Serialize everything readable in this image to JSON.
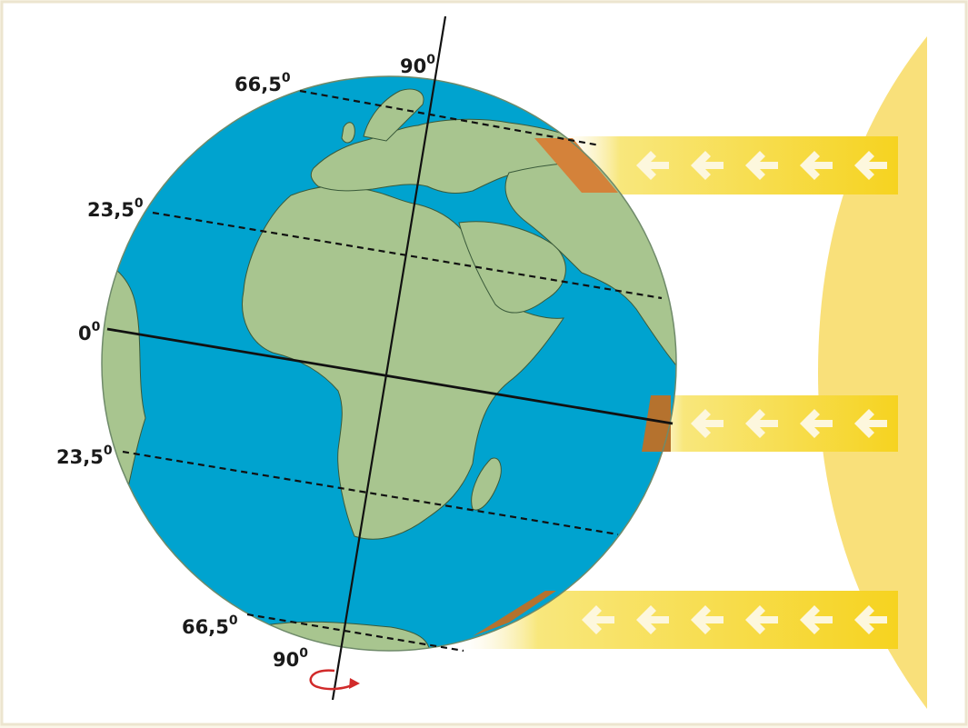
{
  "labels": {
    "north_pole": {
      "value": "90",
      "unit": "0"
    },
    "arctic_circle": {
      "value": "66,5",
      "unit": "0"
    },
    "tropic_cancer": {
      "value": "23,5",
      "unit": "0"
    },
    "equator": {
      "value": "0",
      "unit": "0"
    },
    "tropic_capricorn": {
      "value": "23,5",
      "unit": "0"
    },
    "antarctic_circle": {
      "value": "66,5",
      "unit": "0"
    },
    "south_pole": {
      "value": "90",
      "unit": "0"
    }
  },
  "colors": {
    "ocean": "#00a3cf",
    "land": "#a8c58f",
    "sun": "#f9e07a",
    "heated_zone": "#d4823a",
    "rotation_arrow": "#d12a2a",
    "background": "#fbf6e8"
  },
  "sun_beams": {
    "top_arrow_count": 5,
    "middle_arrow_count": 4,
    "bottom_arrow_count": 6
  }
}
